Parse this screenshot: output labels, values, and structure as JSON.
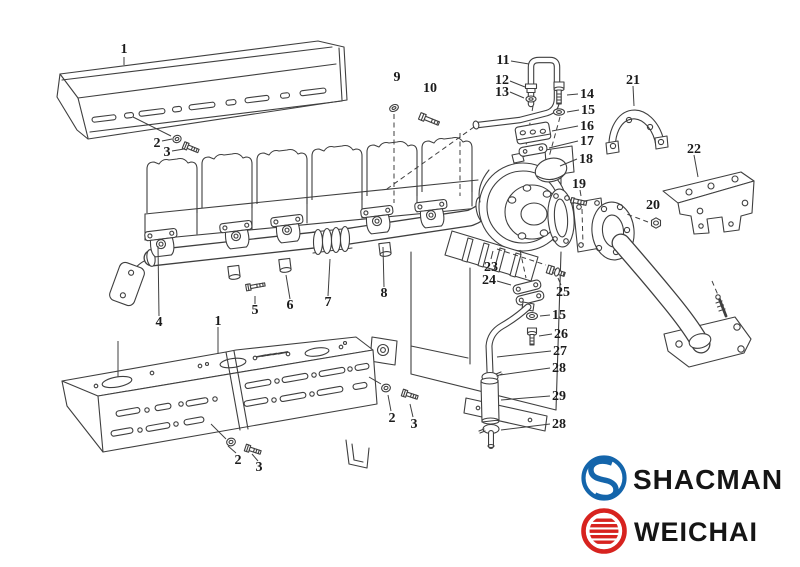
{
  "diagram": {
    "name": "exhaust-manifold-and-turbocharger-parts-diagram",
    "background": "#ffffff",
    "line_color": "#3f3f3f"
  },
  "callouts": [
    {
      "n": "1"
    },
    {
      "n": "2"
    },
    {
      "n": "3"
    },
    {
      "n": "9"
    },
    {
      "n": "10"
    },
    {
      "n": "11"
    },
    {
      "n": "12"
    },
    {
      "n": "13"
    },
    {
      "n": "14"
    },
    {
      "n": "15"
    },
    {
      "n": "16"
    },
    {
      "n": "17"
    },
    {
      "n": "18"
    },
    {
      "n": "19"
    },
    {
      "n": "20"
    },
    {
      "n": "21"
    },
    {
      "n": "22"
    },
    {
      "n": "4"
    },
    {
      "n": "1"
    },
    {
      "n": "5"
    },
    {
      "n": "6"
    },
    {
      "n": "7"
    },
    {
      "n": "8"
    },
    {
      "n": "23"
    },
    {
      "n": "24"
    },
    {
      "n": "25"
    },
    {
      "n": "15"
    },
    {
      "n": "26"
    },
    {
      "n": "27"
    },
    {
      "n": "28"
    },
    {
      "n": "29"
    },
    {
      "n": "28"
    },
    {
      "n": "2"
    },
    {
      "n": "3"
    },
    {
      "n": "2"
    },
    {
      "n": "3"
    }
  ],
  "logos": {
    "shacman": {
      "text": "SHACMAN",
      "accent": "#1465ab"
    },
    "weichai": {
      "text": "WEICHAI",
      "accent": "#d7231f"
    },
    "text_color": "#151515"
  }
}
